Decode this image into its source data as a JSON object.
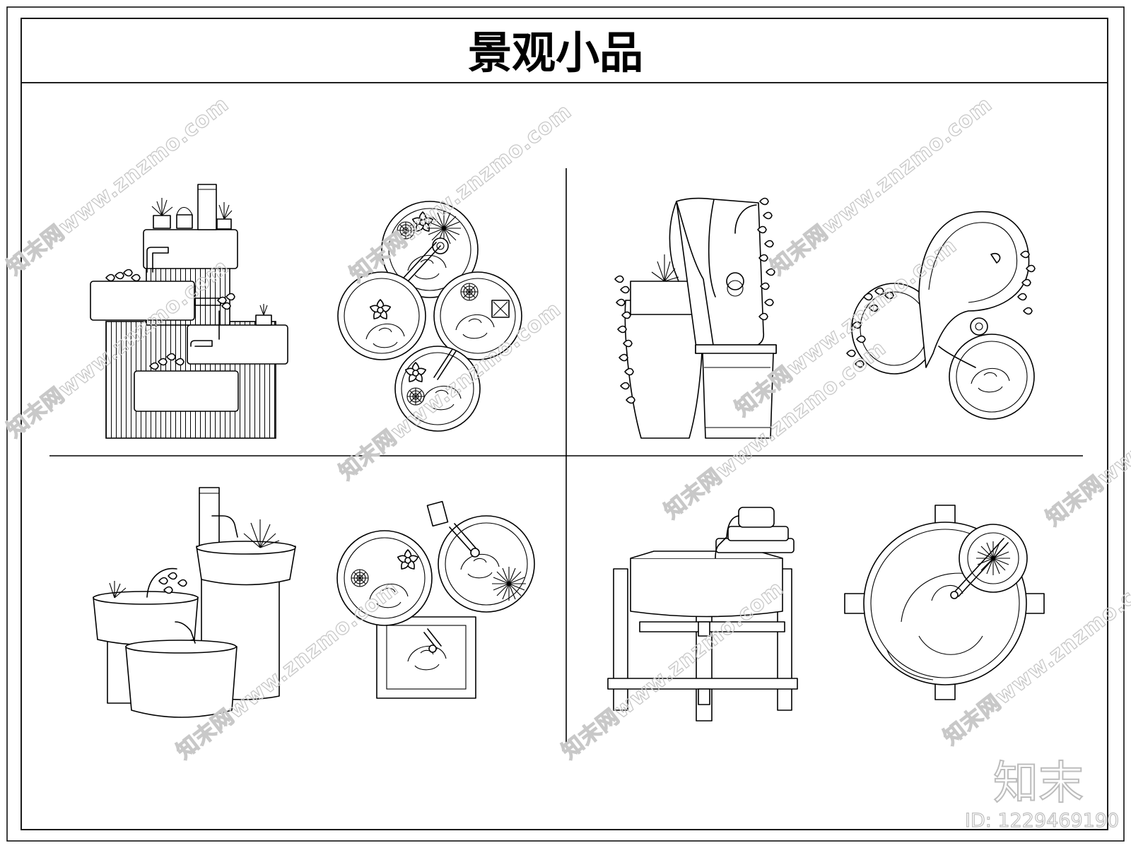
{
  "title": "景观小品",
  "watermark_text": "知末网www.znzmo.com",
  "logo_text": "知末",
  "id_label": "ID: 1229469190"
}
